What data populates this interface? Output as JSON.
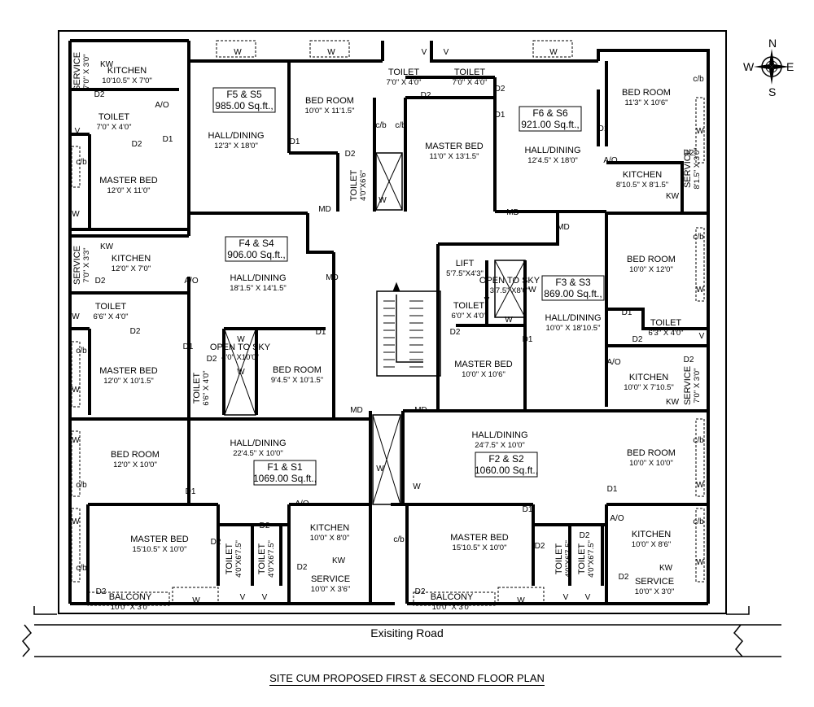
{
  "compass": {
    "n": "N",
    "e": "E",
    "s": "S",
    "w": "W"
  },
  "road": "Exisiting Road",
  "title": "SITE CUM PROPOSED FIRST & SECOND FLOOR  PLAN",
  "flats": {
    "f5": {
      "name": "F5 & S5",
      "area": "985.00 Sq.ft.,"
    },
    "f6": {
      "name": "F6 & S6",
      "area": "921.00 Sq.ft.,"
    },
    "f4": {
      "name": "F4 & S4",
      "area": "906.00 Sq.ft.,"
    },
    "f3": {
      "name": "F3 & S3",
      "area": "869.00 Sq.ft.,"
    },
    "f1": {
      "name": "F1 & S1",
      "area": "1069.00 Sq.ft.,"
    },
    "f2": {
      "name": "F2 & S2",
      "area": "1060.00 Sq.ft.,"
    }
  },
  "rooms": [
    {
      "name": "KITCHEN",
      "dim": "10'10.5\" X 7'0\""
    },
    {
      "name": "SERVICE",
      "dim": "7'0\" X 3'0\""
    },
    {
      "name": "TOILET",
      "dim": "7'0\" X 4'0\""
    },
    {
      "name": "MASTER BED",
      "dim": "12'0\" X 11'0\""
    },
    {
      "name": "HALL/DINING",
      "dim": "12'3\" X 18'0\""
    },
    {
      "name": "BED ROOM",
      "dim": "10'0\" X 11'1.5\""
    },
    {
      "name": "TOILET",
      "dim": "4'0\"X6'6\""
    },
    {
      "name": "TOILET",
      "dim": "7'0\" X 4'0\""
    },
    {
      "name": "TOILET",
      "dim": "7'0\" X 4'0\""
    },
    {
      "name": "MASTER BED",
      "dim": "11'0\" X 13'1.5\""
    },
    {
      "name": "HALL/DINING",
      "dim": "12'4.5\" X 18'0\""
    },
    {
      "name": "BED ROOM",
      "dim": "11'3\" X 10'6\""
    },
    {
      "name": "KITCHEN",
      "dim": "8'10.5\" X 8'1.5\""
    },
    {
      "name": "SERVICE",
      "dim": "8'1.5\" X 3'0\""
    },
    {
      "name": "SERVICE",
      "dim": "7'0\" X 3'3\""
    },
    {
      "name": "KITCHEN",
      "dim": "12'0\" X 7'0\""
    },
    {
      "name": "TOILET",
      "dim": "6'6\" X 4'0\""
    },
    {
      "name": "HALL/DINING",
      "dim": "18'1.5\" X 14'1.5\""
    },
    {
      "name": "MASTER BED",
      "dim": "12'0\" X 10'1.5\""
    },
    {
      "name": "TOILET",
      "dim": "6'6\" X 4'0\""
    },
    {
      "name": "OPEN TO SKY",
      "dim": "4'0\" X10'0\""
    },
    {
      "name": "BED ROOM",
      "dim": "9'4.5\" X 10'1.5\""
    },
    {
      "name": "LIFT",
      "dim": "5'7.5\"X4'3\""
    },
    {
      "name": "OPEN TO SKY",
      "dim": "3'7.5\" X8'0\""
    },
    {
      "name": "TOILET",
      "dim": "6'0\" X 4'0\""
    },
    {
      "name": "MASTER BED",
      "dim": "10'0\" X 10'6\""
    },
    {
      "name": "HALL/DINING",
      "dim": "10'0\" X 18'10.5\""
    },
    {
      "name": "BED ROOM",
      "dim": "10'0\" X 12'0\""
    },
    {
      "name": "TOILET",
      "dim": "6'3\" X 4'0\""
    },
    {
      "name": "KITCHEN",
      "dim": "10'0\" X 7'10.5\""
    },
    {
      "name": "SERVICE",
      "dim": "7'0\" X 3'0\""
    },
    {
      "name": "HALL/DINING",
      "dim": "22'4.5\" X 10'0\""
    },
    {
      "name": "BED ROOM",
      "dim": "12'0\" X 10'0\""
    },
    {
      "name": "MASTER BED",
      "dim": "15'10.5\" X 10'0\""
    },
    {
      "name": "TOILET",
      "dim": "4'0\"X6'7.5\""
    },
    {
      "name": "TOILET",
      "dim": "4'0\"X6'7.5\""
    },
    {
      "name": "KITCHEN",
      "dim": "10'0\" X 8'0\""
    },
    {
      "name": "SERVICE",
      "dim": "10'0\" X 3'6\""
    },
    {
      "name": "BALCONY",
      "dim": "10'0\" X 3'0\""
    },
    {
      "name": "HALL/DINING",
      "dim": "24'7.5\" X 10'0\""
    },
    {
      "name": "MASTER BED",
      "dim": "15'10.5\" X 10'0\""
    },
    {
      "name": "TOILET",
      "dim": "4'0\"X6'7.5\""
    },
    {
      "name": "TOILET",
      "dim": "4'0\"X6'7.5\""
    },
    {
      "name": "BED ROOM",
      "dim": "10'0\" X 10'0\""
    },
    {
      "name": "KITCHEN",
      "dim": "10'0\" X 8'6\""
    },
    {
      "name": "SERVICE",
      "dim": "10'0\" X 3'0\""
    },
    {
      "name": "BALCONY",
      "dim": "10'0\" X 3'0\""
    }
  ],
  "tags": {
    "w": "W",
    "v": "V",
    "kw": "KW",
    "cb": "c/b",
    "d1": "D1",
    "d2": "D2",
    "md": "MD",
    "ao": "A/O"
  }
}
